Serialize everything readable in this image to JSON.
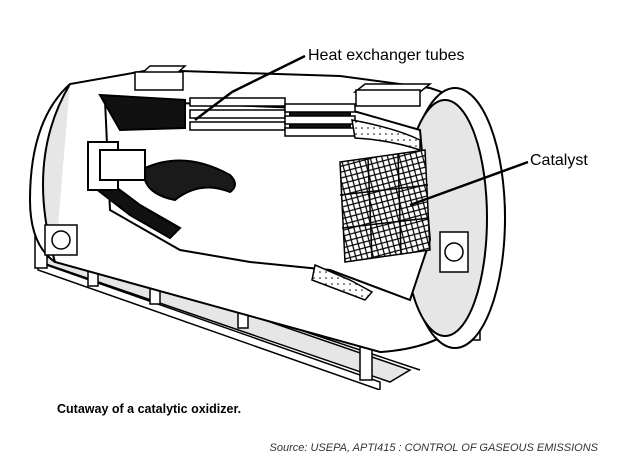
{
  "labels": {
    "heat_exchanger": "Heat exchanger tubes",
    "catalyst": "Catalyst"
  },
  "caption": "Cutaway of a catalytic oxidizer.",
  "source": "Source: USEPA, APTI415 : CONTROL OF GASEOUS EMISSIONS",
  "colors": {
    "line": "#000000",
    "fill": "#ffffff",
    "shade": "#e6e6e6",
    "dark": "#111111"
  }
}
